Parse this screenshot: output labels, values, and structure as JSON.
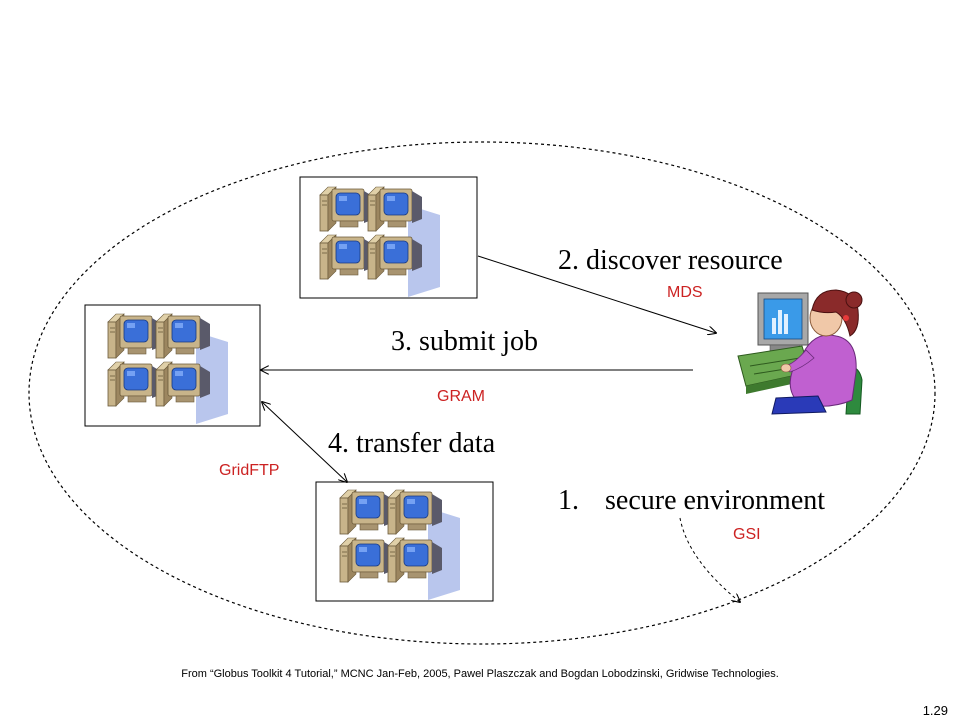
{
  "diagram": {
    "steps": {
      "discover": "2. discover resource",
      "submit": "3. submit job",
      "transfer": "4. transfer data",
      "secure_num": "1.",
      "secure_text": "secure environment"
    },
    "services": {
      "mds": "MDS",
      "gram": "GRAM",
      "gridftp": "GridFTP",
      "gsi": "GSI"
    }
  },
  "footer": {
    "citation": "From “Globus Toolkit 4 Tutorial,” MCNC Jan-Feb, 2005, Pawel Plaszczak and Bogdan Lobodzinski, Gridwise Technologies.",
    "page_number": "1.29"
  },
  "colors": {
    "service_label": "#cc2222",
    "monitor_blue": "#3a6fd8",
    "computer_tan": "#c8b48a",
    "user_shirt": "#c060d0",
    "desk_green": "#6aa84f"
  }
}
